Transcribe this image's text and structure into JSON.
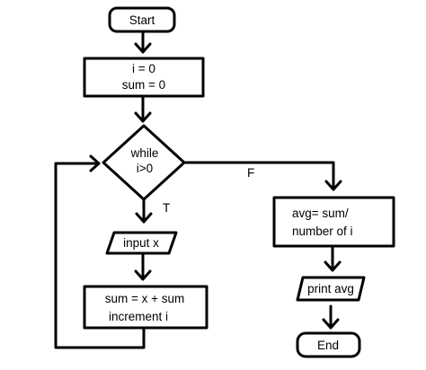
{
  "nodes": {
    "start": "Start",
    "init_line1": "i = 0",
    "init_line2": "sum = 0",
    "decision_line1": "while",
    "decision_line2": "i>0",
    "input": "input x",
    "process_line1": "sum = x + sum",
    "process_line2": "increment i",
    "avg_line1": "avg= sum/",
    "avg_line2": "number of i",
    "print": "print avg",
    "end": "End"
  },
  "edge_labels": {
    "true_branch": "T",
    "false_branch": "F"
  }
}
